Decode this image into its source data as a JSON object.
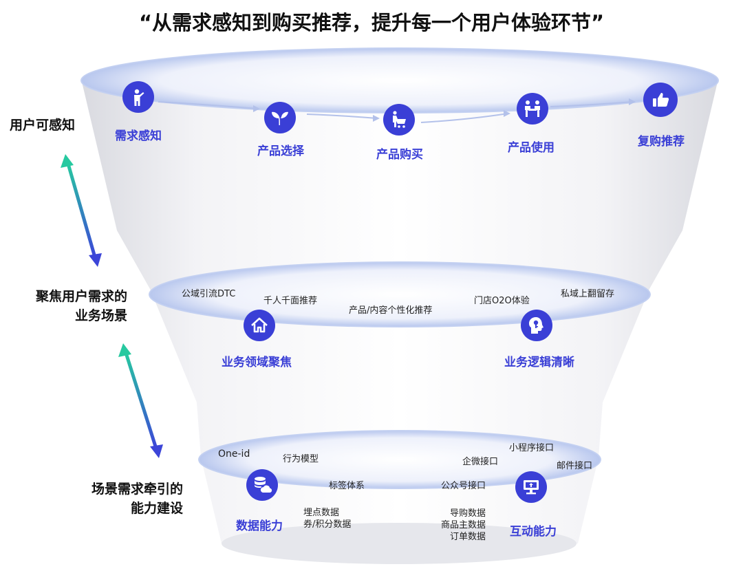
{
  "title": "“从需求感知到购买推荐，提升每一个用户体验环节”",
  "side_labels": {
    "top": "用户可感知",
    "middle": [
      "聚焦用户需求的",
      "业务场景"
    ],
    "bottom": [
      "场景需求牵引的",
      "能力建设"
    ]
  },
  "top_layer": {
    "steps": [
      {
        "label": "需求感知",
        "icon": "person-hand-raised-icon"
      },
      {
        "label": "产品选择",
        "icon": "sprout-icon"
      },
      {
        "label": "产品购买",
        "icon": "shopping-cart-icon"
      },
      {
        "label": "产品使用",
        "icon": "people-table-icon"
      },
      {
        "label": "复购推荐",
        "icon": "thumbs-up-icon"
      }
    ]
  },
  "middle_layer": {
    "tags": [
      "公域引流DTC",
      "千人千面推荐",
      "产品/内容个性化推荐",
      "门店O2O体验",
      "私域上翻留存"
    ],
    "nodes": [
      {
        "label": "业务领域聚焦",
        "icon": "house-icon"
      },
      {
        "label": "业务逻辑清晰",
        "icon": "head-key-icon"
      }
    ]
  },
  "bottom_layer": {
    "left_tags": [
      "One-id",
      "行为模型",
      "标签体系"
    ],
    "left_sub": [
      "埋点数据",
      "券/积分数据"
    ],
    "right_tags": [
      "小程序接口",
      "企微接口",
      "邮件接口",
      "公众号接口"
    ],
    "right_sub": [
      "导购数据",
      "商品主数据",
      "订单数据"
    ],
    "nodes": [
      {
        "label": "数据能力",
        "icon": "database-cloud-icon"
      },
      {
        "label": "互动能力",
        "icon": "computer-terminal-icon"
      }
    ]
  },
  "colors": {
    "accent": "#3a3fd6",
    "arrow_top": "#27c9a0",
    "arrow_bottom": "#3c45d8",
    "rim": "#b4c5ee",
    "funnel_shadow": "#dcdde3"
  }
}
